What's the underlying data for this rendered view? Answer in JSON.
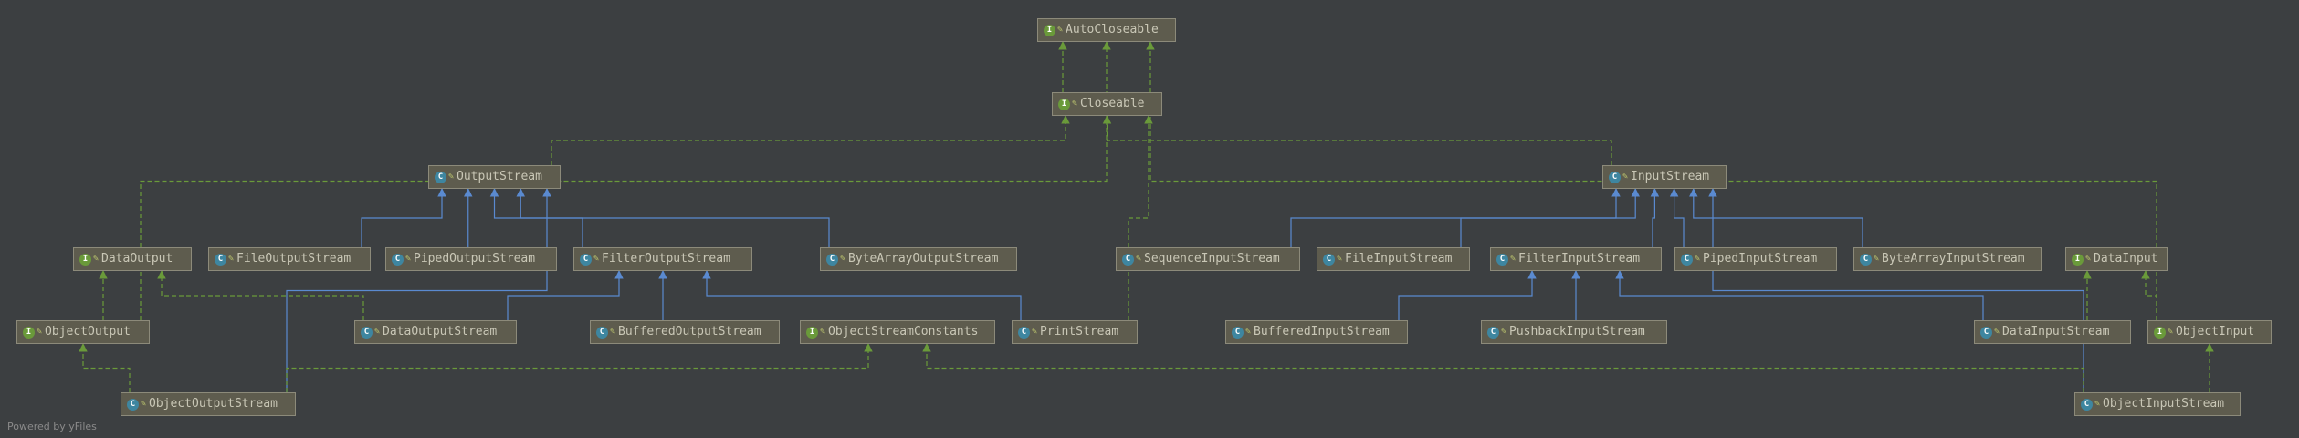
{
  "colors": {
    "implements": "#6a9a3a",
    "extends": "#5a8ad0",
    "background": "#3c3f41"
  },
  "nodes": {
    "autocloseable": {
      "name": "AutoCloseable",
      "kind": "I"
    },
    "closeable": {
      "name": "Closeable",
      "kind": "I"
    },
    "outputstream": {
      "name": "OutputStream",
      "kind": "A"
    },
    "inputstream": {
      "name": "InputStream",
      "kind": "A"
    },
    "dataoutput": {
      "name": "DataOutput",
      "kind": "I"
    },
    "fileoutputstream": {
      "name": "FileOutputStream",
      "kind": "C"
    },
    "pipedoutputstream": {
      "name": "PipedOutputStream",
      "kind": "C"
    },
    "filteroutputstream": {
      "name": "FilterOutputStream",
      "kind": "C"
    },
    "bytearrayoutputstream": {
      "name": "ByteArrayOutputStream",
      "kind": "C"
    },
    "sequenceinputstream": {
      "name": "SequenceInputStream",
      "kind": "C"
    },
    "fileinputstream": {
      "name": "FileInputStream",
      "kind": "C"
    },
    "filterinputstream": {
      "name": "FilterInputStream",
      "kind": "C"
    },
    "pipedinputstream": {
      "name": "PipedInputStream",
      "kind": "C"
    },
    "bytearrayinputstream": {
      "name": "ByteArrayInputStream",
      "kind": "C"
    },
    "datainput": {
      "name": "DataInput",
      "kind": "I"
    },
    "objectoutput": {
      "name": "ObjectOutput",
      "kind": "I"
    },
    "dataoutputstream": {
      "name": "DataOutputStream",
      "kind": "C"
    },
    "bufferedoutputstream": {
      "name": "BufferedOutputStream",
      "kind": "C"
    },
    "objectstreamconstants": {
      "name": "ObjectStreamConstants",
      "kind": "I"
    },
    "printstream": {
      "name": "PrintStream",
      "kind": "C"
    },
    "bufferedinputstream": {
      "name": "BufferedInputStream",
      "kind": "C"
    },
    "pushbackinputstream": {
      "name": "PushbackInputStream",
      "kind": "C"
    },
    "datainputstream": {
      "name": "DataInputStream",
      "kind": "C"
    },
    "objectinput": {
      "name": "ObjectInput",
      "kind": "I"
    },
    "objectoutputstream": {
      "name": "ObjectOutputStream",
      "kind": "C"
    },
    "objectinputstream": {
      "name": "ObjectInputStream",
      "kind": "C"
    }
  },
  "edges": [
    [
      "closeable",
      "autocloseable",
      "implements"
    ],
    [
      "outputstream",
      "closeable",
      "implements"
    ],
    [
      "inputstream",
      "closeable",
      "implements"
    ],
    [
      "printstream",
      "closeable",
      "implements"
    ],
    [
      "objectoutput",
      "autocloseable",
      "implements"
    ],
    [
      "objectinput",
      "autocloseable",
      "implements"
    ],
    [
      "fileoutputstream",
      "outputstream",
      "extends"
    ],
    [
      "pipedoutputstream",
      "outputstream",
      "extends"
    ],
    [
      "filteroutputstream",
      "outputstream",
      "extends"
    ],
    [
      "bytearrayoutputstream",
      "outputstream",
      "extends"
    ],
    [
      "objectoutputstream",
      "outputstream",
      "extends"
    ],
    [
      "dataoutputstream",
      "filteroutputstream",
      "extends"
    ],
    [
      "bufferedoutputstream",
      "filteroutputstream",
      "extends"
    ],
    [
      "printstream",
      "filteroutputstream",
      "extends"
    ],
    [
      "objectoutput",
      "dataoutput",
      "implements"
    ],
    [
      "dataoutputstream",
      "dataoutput",
      "implements"
    ],
    [
      "objectoutputstream",
      "objectoutput",
      "implements"
    ],
    [
      "objectoutputstream",
      "objectstreamconstants",
      "implements"
    ],
    [
      "sequenceinputstream",
      "inputstream",
      "extends"
    ],
    [
      "fileinputstream",
      "inputstream",
      "extends"
    ],
    [
      "filterinputstream",
      "inputstream",
      "extends"
    ],
    [
      "pipedinputstream",
      "inputstream",
      "extends"
    ],
    [
      "bytearrayinputstream",
      "inputstream",
      "extends"
    ],
    [
      "objectinputstream",
      "inputstream",
      "extends"
    ],
    [
      "bufferedinputstream",
      "filterinputstream",
      "extends"
    ],
    [
      "pushbackinputstream",
      "filterinputstream",
      "extends"
    ],
    [
      "datainputstream",
      "filterinputstream",
      "extends"
    ],
    [
      "datainputstream",
      "datainput",
      "implements"
    ],
    [
      "objectinput",
      "datainput",
      "implements"
    ],
    [
      "objectinputstream",
      "objectinput",
      "implements"
    ],
    [
      "objectinputstream",
      "objectstreamconstants",
      "implements"
    ]
  ],
  "footer": "Powered by yFiles"
}
